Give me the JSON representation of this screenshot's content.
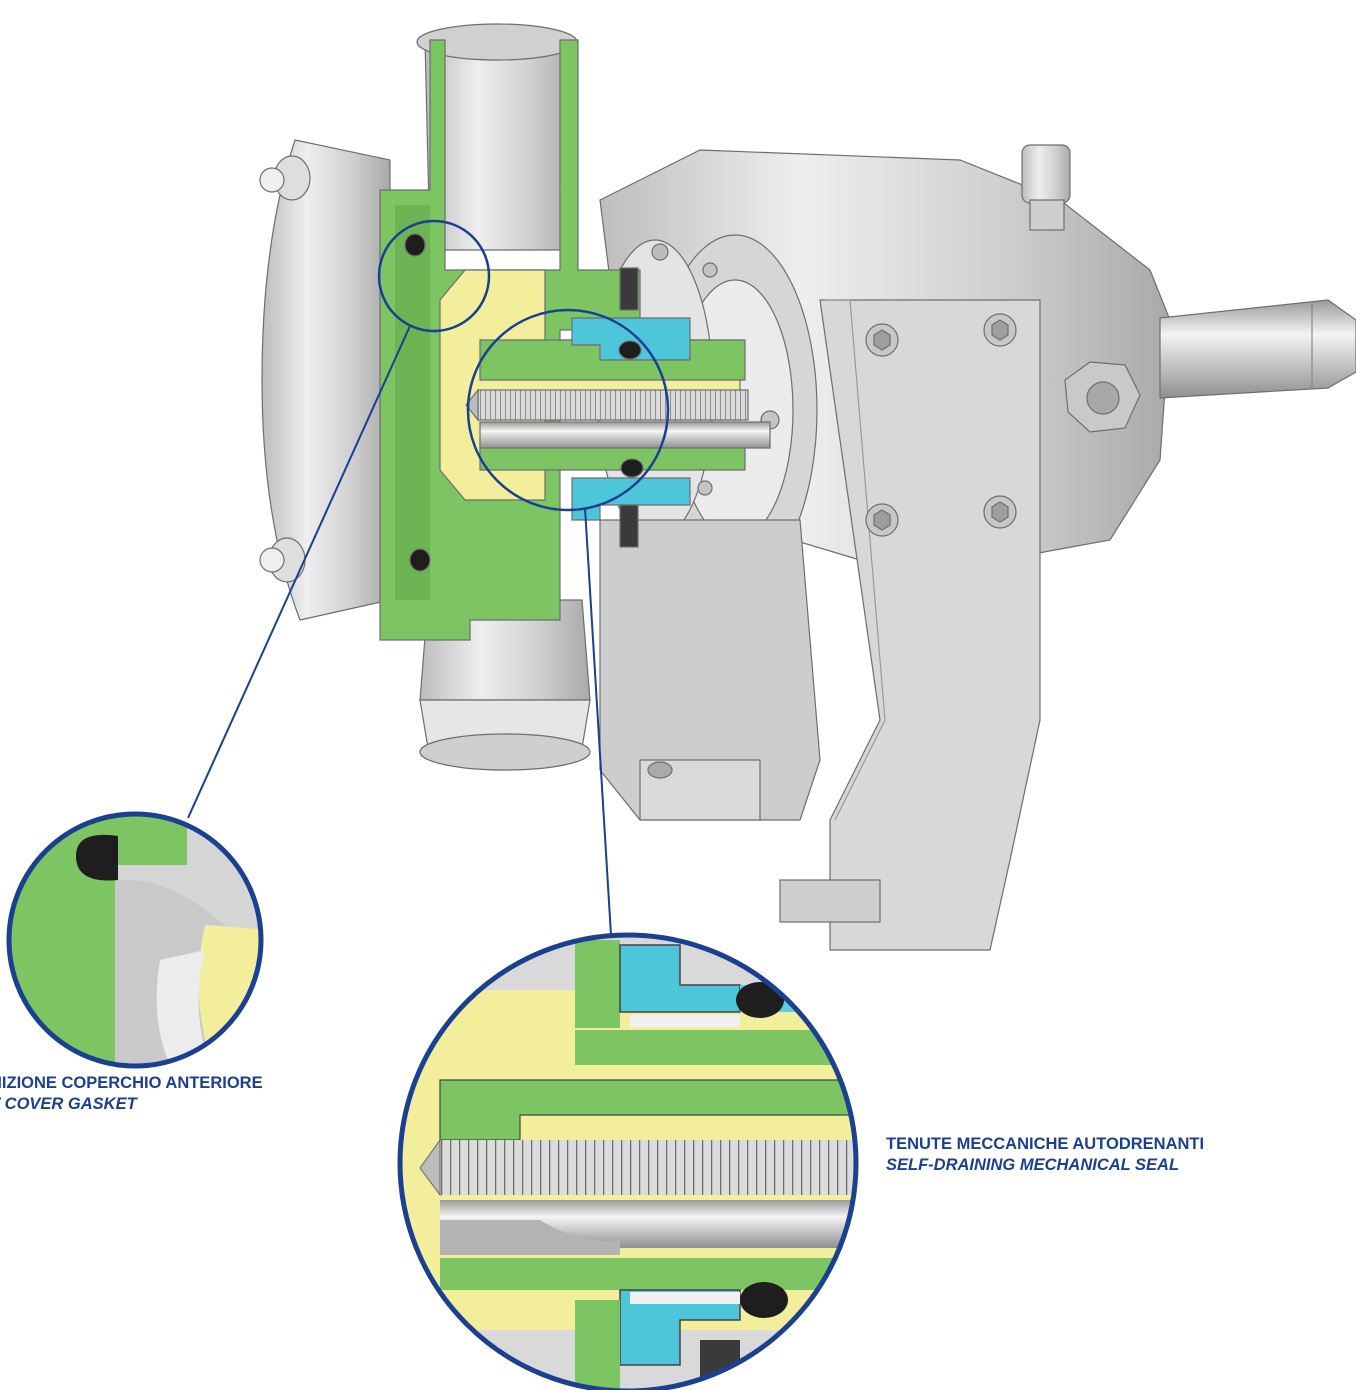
{
  "callouts": {
    "front_cover_gasket": {
      "it": "NIZIONE COPERCHIO ANTERIORE",
      "en": "T COVER  GASKET"
    },
    "mechanical_seal": {
      "it": "TENUTE MECCANICHE AUTODRENANTI",
      "en": "SELF-DRAINING MECHANICAL SEAL"
    }
  },
  "colors": {
    "callout_text": "#1b3f91",
    "leader_line": "#1b3f91",
    "section_green": "#7dc563",
    "section_yellow": "#f2ee9c",
    "section_cyan": "#4cc6d8",
    "oring_black": "#1e1e1e",
    "metal_grey": "#d4d4d4"
  }
}
